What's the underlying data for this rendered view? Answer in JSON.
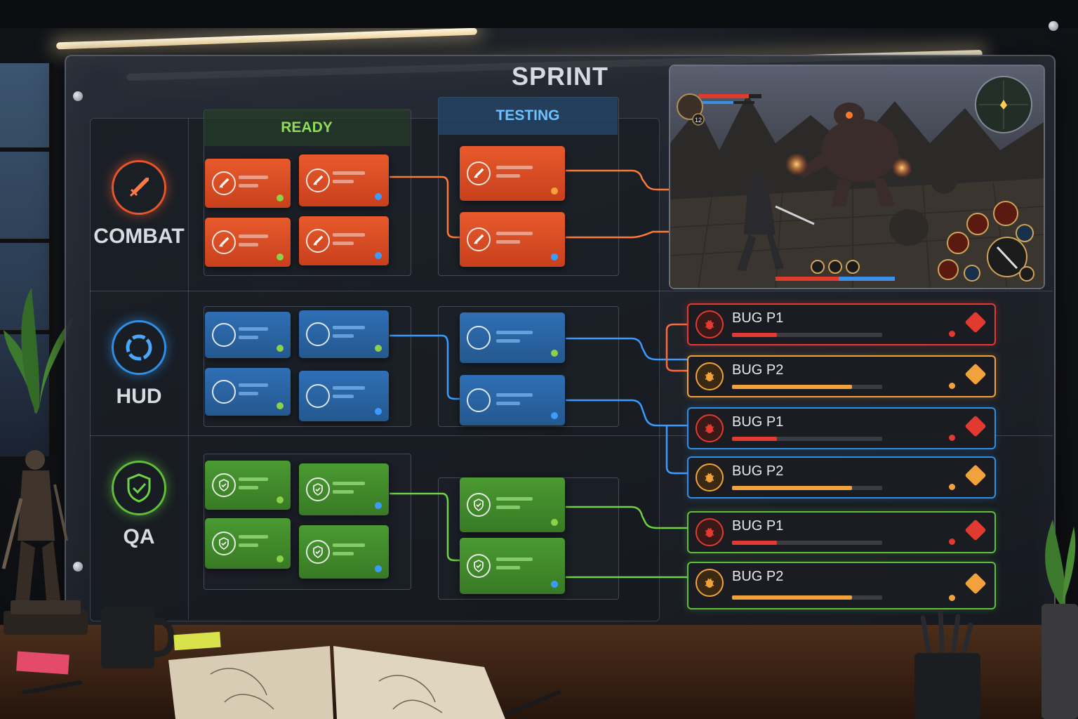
{
  "board": {
    "title": "SPRINT"
  },
  "columns": {
    "ready": "READY",
    "testing": "TESTING"
  },
  "lanes": [
    {
      "name": "COMBAT",
      "icon": "sword-icon"
    },
    {
      "name": "HUD",
      "icon": "target-ring-icon"
    },
    {
      "name": "QA",
      "icon": "shield-check-icon"
    }
  ],
  "bugs": [
    {
      "label": "BUG P1",
      "progress": 0.3
    },
    {
      "label": "BUG P2",
      "progress": 0.8
    },
    {
      "label": "BUG P1",
      "progress": 0.3
    },
    {
      "label": "BUG P2",
      "progress": 0.8
    },
    {
      "label": "BUG P1",
      "progress": 0.3
    },
    {
      "label": "BUG P2",
      "progress": 0.8
    }
  ],
  "game_hud": {
    "player_level": "12"
  },
  "colors": {
    "combat": "#e8552a",
    "hud": "#2f8fe6",
    "qa": "#5fbf3a",
    "p1": "#e23a30",
    "p2": "#f2a23a"
  }
}
